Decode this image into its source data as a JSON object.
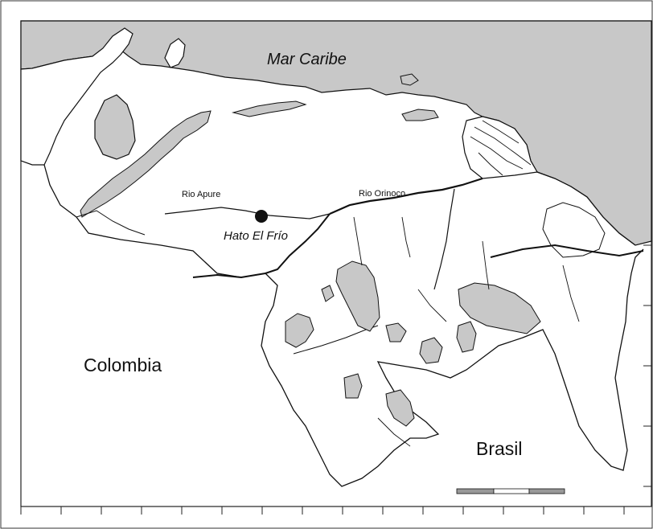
{
  "map": {
    "colors": {
      "sea": "#c8c8c8",
      "land": "#ffffff",
      "highland": "#c8c8c8",
      "border": "#111111"
    },
    "labels": {
      "sea": "Mar Caribe",
      "river_apure": "Rio Apure",
      "river_orinoco": "Rio Orinoco",
      "site": "Hato El Frío",
      "country_west": "Colombia",
      "country_south": "Brasil"
    },
    "icons": {
      "site_marker": "filled-circle-icon",
      "scale_bar": "scale-bar-icon"
    }
  }
}
